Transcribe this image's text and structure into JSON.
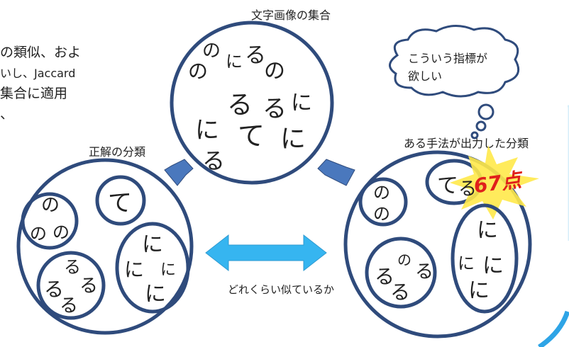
{
  "description_lines": [
    "の類似、およ",
    "いし、Jaccard",
    "集合に適用",
    "、"
  ],
  "top_set_label": "文字画像の集合",
  "left_set_label": "正解の分類",
  "right_set_label": "ある手法が出力した分類",
  "thought_bubble_text": [
    "こういう指標が",
    "欲しい"
  ],
  "score_badge": "67点",
  "compare_label": "どれくらい似ているか",
  "colors": {
    "circle_stroke": "#2f4b7c",
    "arrow_fill": "#4a78bd",
    "double_arrow_fill": "#36b5f0",
    "badge_star": "#ffe94a",
    "badge_text": "#e0201b",
    "slide_accent": "#2ea4e6"
  },
  "glyphs": {
    "top": [
      "の",
      "の",
      "に",
      "る",
      "の",
      "る",
      "る",
      "に",
      "に",
      "て",
      "に",
      "る"
    ],
    "left_no": [
      "の",
      "の",
      "の"
    ],
    "left_te": [
      "て"
    ],
    "left_ni": [
      "に",
      "に",
      "に",
      "に"
    ],
    "left_ru": [
      "る",
      "る",
      "る",
      "る"
    ],
    "right_no": [
      "の",
      "の"
    ],
    "right_teru": [
      "て",
      "る"
    ],
    "right_ni": [
      "に",
      "に",
      "に",
      "に"
    ],
    "right_ru": [
      "る",
      "の",
      "る",
      "る"
    ]
  }
}
